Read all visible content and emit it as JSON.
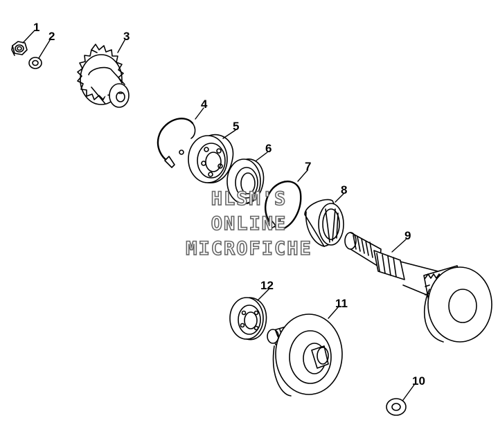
{
  "watermark": {
    "line1": "HLSM'S",
    "line2": "ONLINE",
    "line3": "MICROFICHE"
  },
  "callouts": [
    "1",
    "2",
    "3",
    "4",
    "5",
    "6",
    "7",
    "8",
    "9",
    "10",
    "11",
    "12"
  ],
  "colors": {
    "ink": "#000000",
    "paper": "#ffffff",
    "watermark_outline": "#666666"
  }
}
